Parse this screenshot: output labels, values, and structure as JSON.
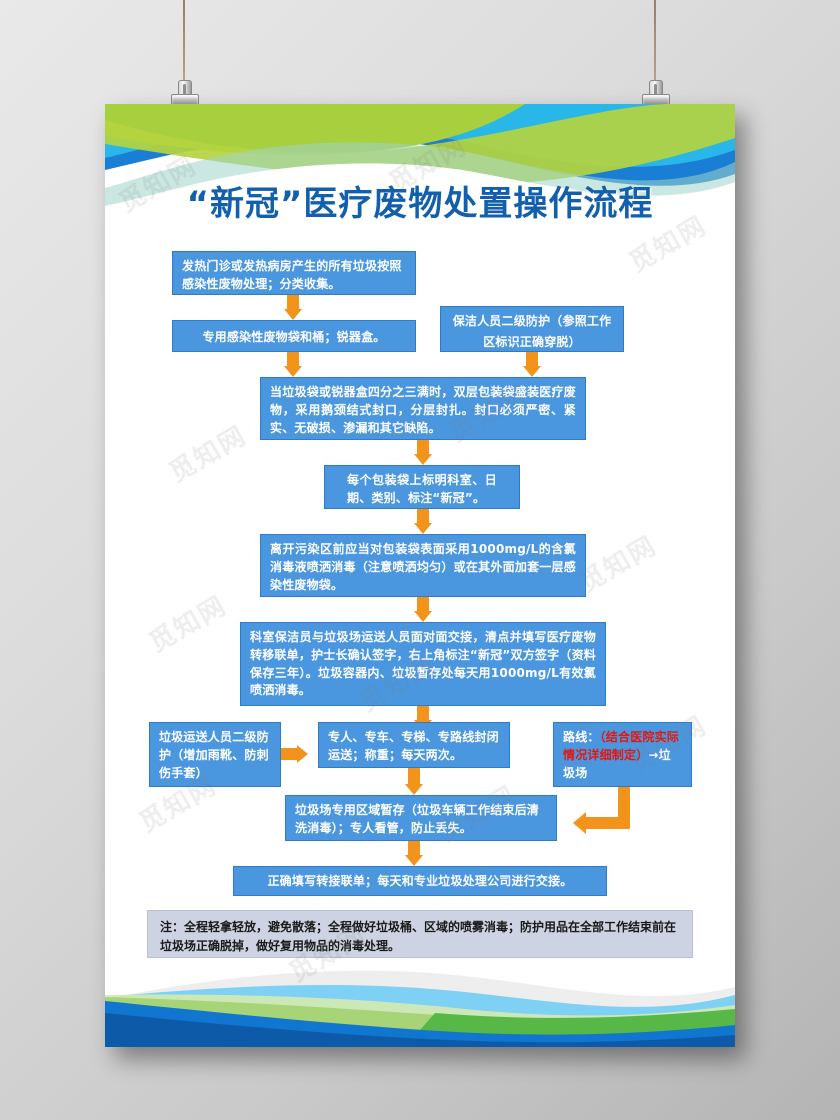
{
  "poster": {
    "title": "“新冠”医疗废物处置操作流程",
    "title_color": "#1260ad",
    "box_color": "#4a97e0",
    "arrow_color": "#f2941b",
    "highlight_color": "#e8140c",
    "note_bg_color": "#cdd3e2"
  },
  "watermark": {
    "text": "觅知网"
  },
  "flow": {
    "step1": "发热门诊或发热病房产生的所有垃圾按照感染性废物处理；分类收集。",
    "step2": "专用感染性废物袋和桶；锐器盒。",
    "step2b": "保洁人员二级防护（参照工作区标识正确穿脱）",
    "step3": "当垃圾袋或锐器盒四分之三满时，双层包装袋盛装医疗废物，采用鹅颈结式封口，分层封扎。封口必须严密、紧实、无破损、渗漏和其它缺陷。",
    "step4": "每个包装袋上标明科室、日期、类别、标注“新冠”。",
    "step5": "离开污染区前应当对包装袋表面采用1000mg/L的含氯消毒液喷洒消毒（注意喷洒均匀）或在其外面加套一层感染性废物袋。",
    "step6": "科室保洁员与垃圾场运送人员面对面交接，清点并填写医疗废物转移联单，护士长确认签字，右上角标注“新冠”双方签字（资料保存三年）。垃圾容器内、垃圾暂存处每天用1000mg/L有效氯喷洒消毒。",
    "step7a": "垃圾运送人员二级防护（增加雨靴、防刺伤手套）",
    "step7b": "专人、专车、专梯、专路线封闭运送；称重；每天两次。",
    "step7c_prefix": "路线：",
    "step7c_red": "（结合医院实际情况详细制定）",
    "step7c_suffix": "→垃圾场",
    "step8": "垃圾场专用区域暂存（垃圾车辆工作结束后清洗消毒）；专人看管，防止丢失。",
    "step9": "正确填写转接联单；每天和专业垃圾处理公司进行交接。",
    "note": "注：全程轻拿轻放，避免散落；全程做好垃圾桶、区域的喷雾消毒；防护用品在全部工作结束前在垃圾场正确脱掉，做好复用物品的消毒处理。"
  }
}
